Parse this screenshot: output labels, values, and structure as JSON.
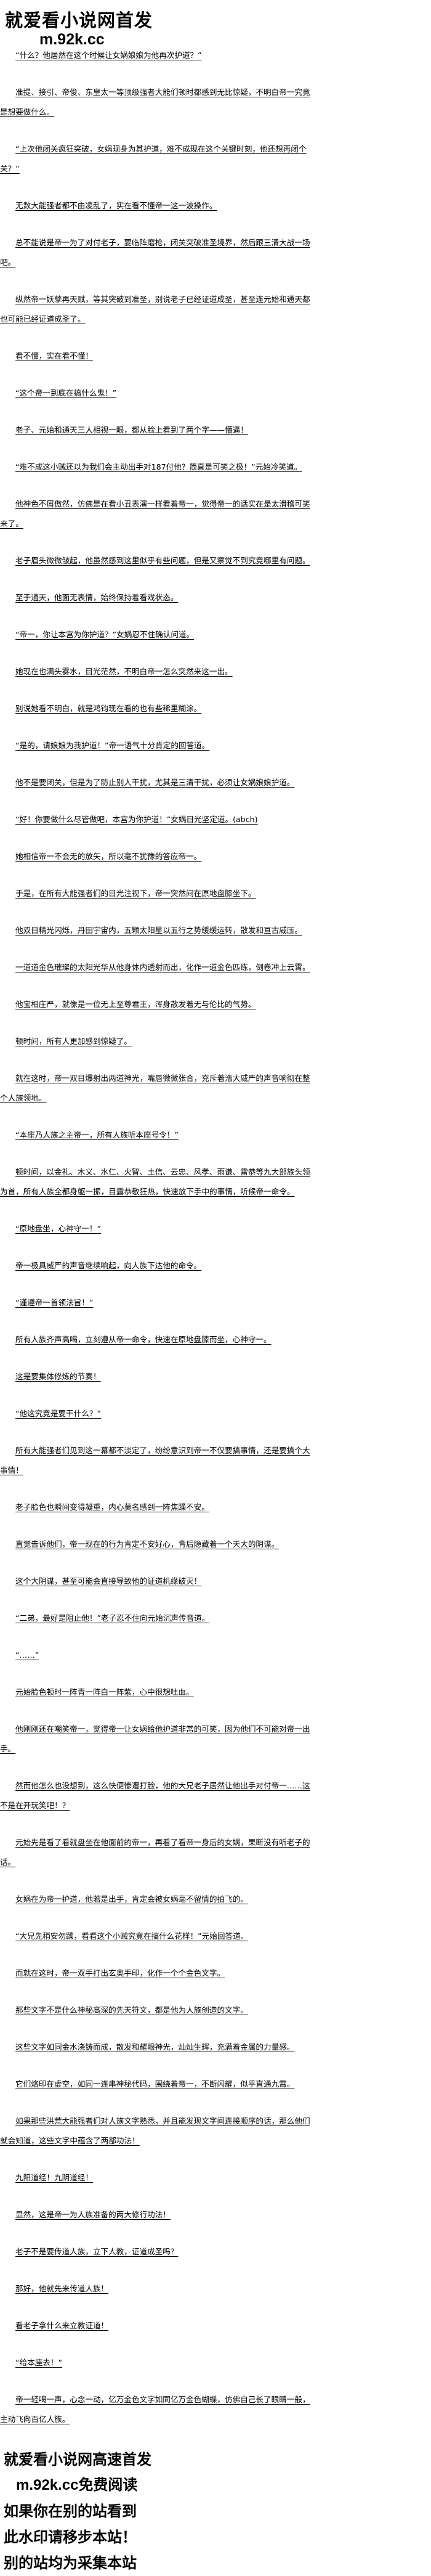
{
  "watermark_top": {
    "line1": "就爱看小说网首发",
    "line2": "m.92k.cc"
  },
  "paragraphs": [
    "“什么？他居然在这个时候让女娲娘娘为他再次护道？”",
    "准提、接引、帝俊、东皇太一等顶级强者大能们顿时都感到无比惊疑，不明白帝一究竟是想要做什么。",
    "“上次他闭关疯狂突破，女娲现身为其护道，难不成现在这个关键时刻，他还想再闭个关？”",
    "无数大能强者都不由凌乱了，实在看不懂帝一这一波操作。",
    "总不能说是帝一为了对付老子，要临阵磨枪，闭关突破准圣境界，然后跟三清大战一场吧。",
    "纵然帝一妖孽再天赋，等其突破到准圣，别说老子已经证道成圣，甚至连元始和通天都也可能已经证道成圣了。",
    "看不懂，实在看不懂！",
    "“这个帝一到底在搞什么鬼！”",
    "老子、元始和通天三人相视一眼，都从脸上看到了两个字——懵逼！",
    "“难不成这小贼还以为我们会主动出手对187付他？简直是可笑之极！”元始冷笑道。",
    "他神色不屑傲然，仿佛是在看小丑表演一样看着帝一，觉得帝一的话实在是太滑稽可笑来了。",
    "老子眉头微微皱起，他虽然感到这里似乎有些问题，但是又察觉不到究竟哪里有问题。",
    "至于通天，他面无表情，始终保持着看戏状态。",
    "“帝一，你让本宫为你护道？”女娲忍不住确认问道。",
    "她现在也满头雾水，目光茫然，不明白帝一怎么突然来这一出。",
    "别说她看不明白，就是鸿钧现在看的也有些稀里糊涂。",
    "“是的，请娘娘为我护道！”帝一语气十分肯定的回答道。",
    "他不是要闭关，但是为了防止别人干扰，尤其是三清干扰，必须让女娲娘娘护道。",
    "“好！你要做什么尽管做吧，本宫为你护道！”女娲目光坚定道。(abch)",
    "她相信帝一不会无的放矢，所以毫不犹豫的答应帝一。",
    "于是，在所有大能强者们的目光注视下，帝一突然间在原地盘膝坐下。",
    "他双目精光闪烁，丹田宇宙内，五颗太阳星以五行之势缓缓运转，散发和亘古威压。",
    "一道道金色璀璨的太阳光华从他身体内透射而出，化作一道金色匹练，倒卷冲上云霄。",
    "他宝相庄严，就像是一位无上至尊君王，浑身散发着无与伦比的气势。",
    "顿时间，所有人更加感到惊疑了。",
    "就在这时，帝一双目爆射出两道神光，嘴唇微微张合，充斥着浩大威严的声音响彻在整个人族领地。",
    "“本座乃人族之主帝一，所有人族听本座号令！”",
    "顿时间，以金礼、木义、水仁、火智、土信、云忠、风孝、雨谦、雷恭等九大部族头领为首，所有人族全都身躯一振，目露恭敬狂热，快速放下手中的事情，听候帝一命令。",
    "“原地盘坐，心神守一！”",
    "帝一极具威严的声音继续响起，向人族下达他的命令。",
    "“谨遵帝一首领法旨！”",
    "所有人族齐声高喝，立刻遵从帝一命令，快速在原地盘膝而坐，心神守一。",
    "这是要集体修炼的节奏！",
    "“他这究竟是要干什么？”",
    "所有大能强者们见到这一幕都不淡定了，纷纷意识到帝一不仅要搞事情，还是要搞个大事情！",
    "老子脸色也瞬间变得凝重，内心莫名感到一阵焦躁不安。",
    "直觉告诉他们，帝一现在的行为肯定不安好心，背后隐藏着一个天大的阴谋。",
    "这个大阴谋，甚至可能会直接导致他的证道机缘破灭！",
    "“二弟，最好是阻止他！”老子忍不住向元始沉声传音道。",
    "“……”",
    "元始脸色顿时一阵青一阵白一阵紫，心中很想吐血。",
    "他刚刚还在嘲笑帝一，觉得帝一让女娲给他护道非常的可笑，因为他们不可能对帝一出手。",
    "然而他怎么也没想到，这么快便惨遭打脸，他的大兄老子居然让他出手对付帝一……这不是在开玩笑吧！？",
    "元始先是看了看就盘坐在他面前的帝一，再看了看帝一身后的女娲，果断没有听老子的话。",
    "女娲在为帝一护道，他若是出手，肯定会被女娲毫不留情的拍飞的。",
    "“大兄先稍安勿躁，看看这个小贼究竟在搞什么花样！”元始回答道。",
    "而就在这时，帝一双手打出玄奥手印，化作一个个金色文字。",
    "那些文字不是什么神秘高深的先天符文，都是他为人族创造的文字。",
    "这些文字如同金水浇铸而成，散发和耀眼神光，灿灿生辉，充满着金属的力量感。",
    "它们烙印在虚空，如同一连串神秘代码，围绕着帝一，不断闪耀，似乎直通九霄。",
    "如果那些洪荒大能强者们对人族文字熟悉，并且能发现文字间连接顺序的话，那么他们就会知道，这些文字中蕴含了两部功法！",
    "九阳道经！九阴道经！",
    "显然，这是帝一为人族准备的两大修行功法！",
    "老子不是要传道人族，立下人教，证道成圣吗？",
    "那好，他就先来传道人族！",
    "看老子拿什么来立教证道！",
    "“给本座去！”",
    "帝一轻喝一声，心念一动，亿万金色文字如同亿万金色蝴蝶，仿佛自己长了眼睛一般，主动飞向百亿人族。"
  ],
  "watermark_bottom": {
    "line1": "就爱看小说网高速首发",
    "line2": "m.92k.cc免费阅读",
    "line3": "如果你在别的站看到",
    "line4": "此水印请移步本站！",
    "line5": "别的站均为采集本站"
  }
}
